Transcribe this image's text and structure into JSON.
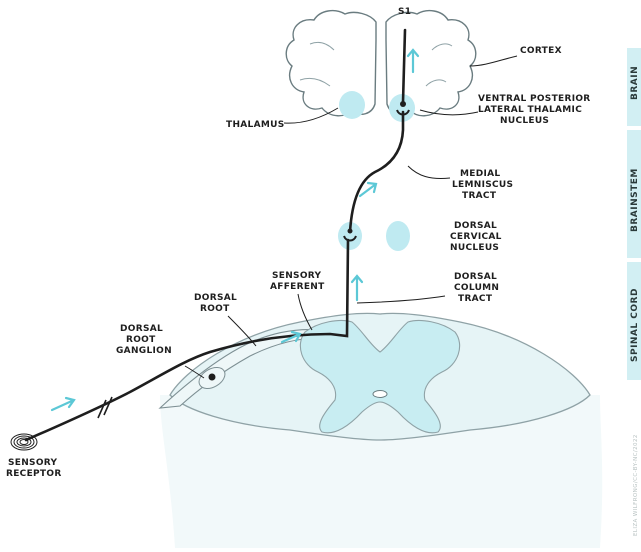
{
  "labels": {
    "s1": "S1",
    "cortex": "CORTEX",
    "thalamus": "THALAMUS",
    "vpl": [
      "VENTRAL POSTERIOR",
      "LATERAL THALAMIC",
      "NUCLEUS"
    ],
    "medial_lemniscus": [
      "MEDIAL",
      "LEMNISCUS",
      "TRACT"
    ],
    "dorsal_cervical": [
      "DORSAL",
      "CERVICAL",
      "NUCLEUS"
    ],
    "dorsal_column": [
      "DORSAL",
      "COLUMN",
      "TRACT"
    ],
    "sensory_afferent": [
      "SENSORY",
      "AFFERENT"
    ],
    "dorsal_root": [
      "DORSAL",
      "ROOT"
    ],
    "drg": [
      "DORSAL",
      "ROOT",
      "GANGLION"
    ],
    "sensory_receptor": [
      "SENSORY",
      "RECEPTOR"
    ]
  },
  "side_bar": {
    "brain": "BRAIN",
    "brainstem": "BRAINSTEM",
    "spinal_cord": "SPINAL CORD",
    "credit": "ELIZA WILFRONG/CC-BY-NC/2022"
  },
  "colors": {
    "fill_light": "#e6f4f6",
    "fill_mid": "#c8edf2",
    "nucleus": "#bfeaf1",
    "arrow": "#5cc8d6",
    "tab": "#d2eff3",
    "ink": "#1e1e1e"
  }
}
